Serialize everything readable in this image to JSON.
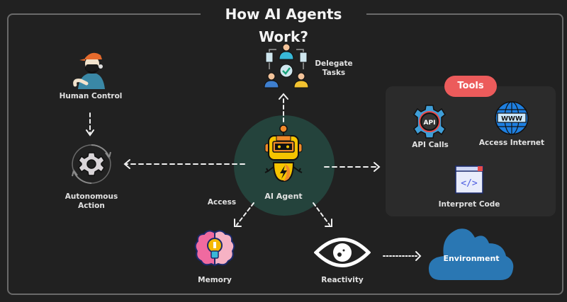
{
  "title": "How AI Agents Work?",
  "center": {
    "label": "AI Agent",
    "icon": "robot-icon"
  },
  "nodes": {
    "human_control": {
      "label": "Human Control",
      "icon": "human-operator-icon"
    },
    "autonomous_action": {
      "label": "Autonomous Action",
      "line1": "Autonomous",
      "line2": "Action",
      "icon": "gear-cycle-icon"
    },
    "delegate_tasks": {
      "label": "Delegate Tasks",
      "line1": "Delegate",
      "line2": "Tasks",
      "icon": "team-delegation-icon"
    },
    "memory": {
      "label": "Memory",
      "icon": "brain-bulb-icon"
    },
    "reactivity": {
      "label": "Reactivity",
      "icon": "eye-icon"
    },
    "environment": {
      "label": "Environment",
      "icon": "cloud-icon"
    }
  },
  "edge_labels": {
    "access": "Access"
  },
  "tools": {
    "heading": "Tools",
    "items": [
      {
        "label": "API Calls",
        "icon": "api-gear-icon"
      },
      {
        "label": "Access Internet",
        "icon": "globe-www-icon"
      },
      {
        "label": "Interpret Code",
        "icon": "code-window-icon"
      }
    ]
  },
  "colors": {
    "background": "#212121",
    "frame": "#6a6a6a",
    "core": "#24433c",
    "tools_panel": "#2b2b2b",
    "tools_pill": "#ec5b5b",
    "cloud": "#2a77b3"
  }
}
